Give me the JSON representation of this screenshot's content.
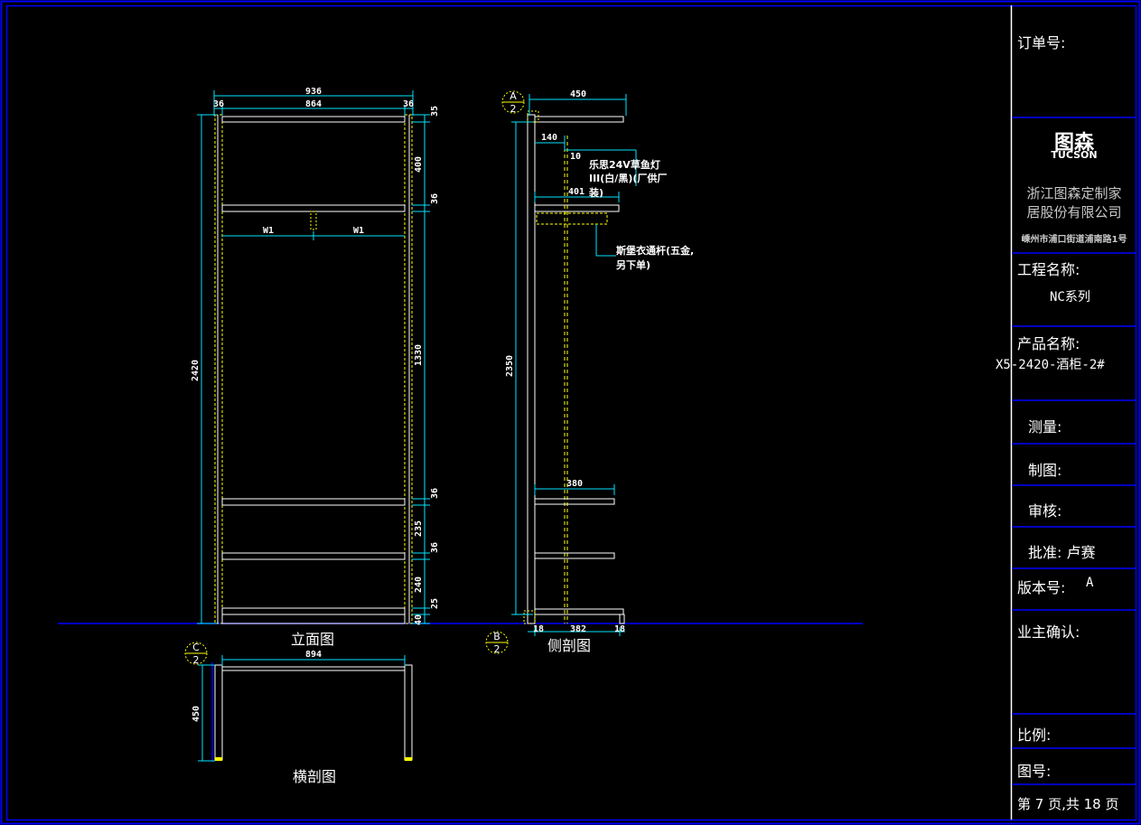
{
  "title_block": {
    "order_no_label": "订单号:",
    "logo_cn": "图森",
    "logo_en": "TUCSON",
    "company_line1": "浙江图森定制家",
    "company_line2": "居股份有限公司",
    "address": "嵊州市浦口街道浦南路1号",
    "project_label": "工程名称:",
    "project_value": "NC系列",
    "product_label": "产品名称:",
    "product_value": "X5-2420-酒柜-2#",
    "measure_label": "测量:",
    "drawn_label": "制图:",
    "review_label": "审核:",
    "approve_label": "批准: 卢赛",
    "version_label": "版本号:",
    "version_value": "A",
    "owner_label": "业主确认:",
    "scale_label": "比例:",
    "drawing_no_label": "图号:",
    "page_label": "第 7 页,共 18 页"
  },
  "views": {
    "elevation": "立面图",
    "side_section": "侧剖图",
    "cross_section": "横剖图"
  },
  "dims": {
    "total_width": "936",
    "inner_width": "864",
    "side_left": "36",
    "side_right": "36",
    "total_height": "2420",
    "half_left": "W1",
    "half_right": "W1",
    "r_top": "35",
    "r_400": "400",
    "r_36a": "36",
    "r_1330": "1330",
    "r_36b": "36",
    "r_235": "235",
    "r_36c": "36",
    "r_240": "240",
    "r_25": "25",
    "r_40": "40",
    "side_depth": "450",
    "side_140": "140",
    "side_10": "10",
    "side_401": "401",
    "side_height": "2350",
    "side_380": "380",
    "side_18a": "18",
    "side_382": "382",
    "side_18b": "18",
    "plan_width": "894",
    "plan_depth": "450"
  },
  "notes": {
    "light_line1": "乐思24V草鱼灯",
    "light_line2": "III(白/黑)(厂供厂",
    "light_line3": "装)",
    "rail_line1": "斯堡衣通杆(五金,",
    "rail_line2": "另下单)"
  },
  "markers": {
    "a_top": "A",
    "a_bottom": "2",
    "b_top": "B",
    "b_bottom": "2",
    "c_top": "C",
    "c_bottom": "2"
  },
  "colors": {
    "frame": "#0000ff",
    "dimension": "#00e5ff",
    "panel": "#ffffff",
    "accent": "#ffff00",
    "note": "#ffffff"
  }
}
